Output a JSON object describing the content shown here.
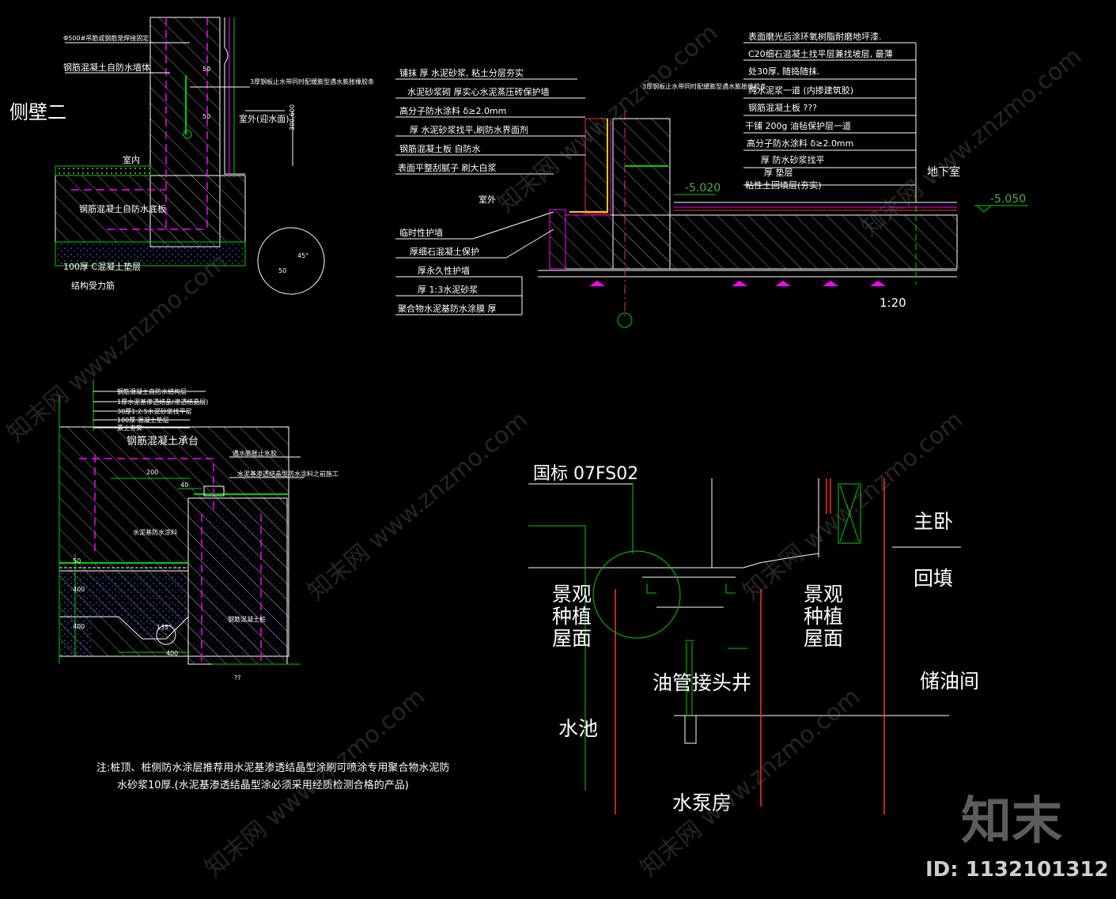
{
  "colors": {
    "background": "#000000",
    "green": "#00d000",
    "magenta": "#ff00ff",
    "red": "#ff3030",
    "white": "#ffffff",
    "gray": "#9a9a9a"
  },
  "detail1": {
    "title": "侧壁二",
    "labels": [
      "Φ500#吊筋或钢筋笼焊接固定",
      "钢筋混凝土自防水墙体",
      "3厚钢板止水带同时配缓膨型遇水膨胀橡胶条",
      "室外(迎水面)",
      "室内",
      "钢筋混凝土自防水底板",
      "100厚 C混凝土垫层",
      "结构受力筋"
    ],
    "dims": [
      "300,600",
      "50",
      "50",
      "50",
      "45°"
    ]
  },
  "detail2": {
    "left_labels": [
      "铺抹 厚 水泥砂浆, 粘土分层夯实",
      "水泥砂浆砌 厚实心水泥蒸压砖保护墙",
      "高分子防水涂料 δ≥2.0mm",
      "厚 水泥砂浆找平,刷防水界面剂",
      "钢筋混凝土板 自防水",
      "表面平整刮腻子 刷大白浆",
      "室外",
      "临时性护墙",
      "厚细石混凝土保护",
      "厚永久性护墙",
      "厚 1:3水泥砂浆",
      "聚合物水泥基防水涂膜 厚"
    ],
    "right_labels": [
      "表面磨光后涂环氧树脂耐磨地坪漆.",
      "C20细石混凝土找平层兼找坡层, 最薄",
      "处30厚, 随捣随抹.",
      "纯水泥浆一道 (内掺建筑胶)",
      "钢筋混凝土板 ???",
      "干铺 200g 油毡保护层一道",
      "高分子防水涂料 δ≥2.0mm",
      "厚 防水砂浆找平",
      "厚 垫层",
      "粘性土回填层(夯实)"
    ],
    "note_mid": "3厚钢板止水带同时配缓膨型遇水膨胀橡胶条",
    "elev_left": "-5.020",
    "elev_right": "-5.050",
    "room": "地下室",
    "scale": "1:20"
  },
  "detail3": {
    "top_labels": [
      "钢筋混凝土自防水结构层",
      "1厚水泥基渗透结晶(渗透结晶层)",
      "30厚1:2.5水泥砂浆找平层",
      "100厚 混凝土垫层",
      "素土夯实"
    ],
    "cap_label": "钢筋混凝土承台",
    "side_labels": [
      "遇水膨胀止水胶",
      "水泥基渗透结晶型防水涂料之前施工",
      "水泥基防水涂料",
      "钢筋混凝土桩"
    ],
    "dims": [
      "200",
      "40",
      "50",
      "400",
      "400",
      "400",
      "135°",
      "??"
    ]
  },
  "note": {
    "line1": "注:桩顶、桩侧防水涂层推荐用水泥基渗透结晶型涂刷可喷涂专用聚合物水泥防",
    "line2": "水砂浆10厚.(水泥基渗透结晶型涂必须采用经质检测合格的产品)"
  },
  "plan": {
    "standard": "国标 07FS02",
    "rooms": [
      "主卧",
      "回填",
      "景观",
      "种植",
      "屋面",
      "景观",
      "种植",
      "屋面",
      "油管接头井",
      "储油间",
      "水池",
      "水泵房"
    ]
  },
  "watermark": {
    "text": "知末网 www.znzmo.com",
    "logo": "知末",
    "id": "ID: 1132101312"
  }
}
